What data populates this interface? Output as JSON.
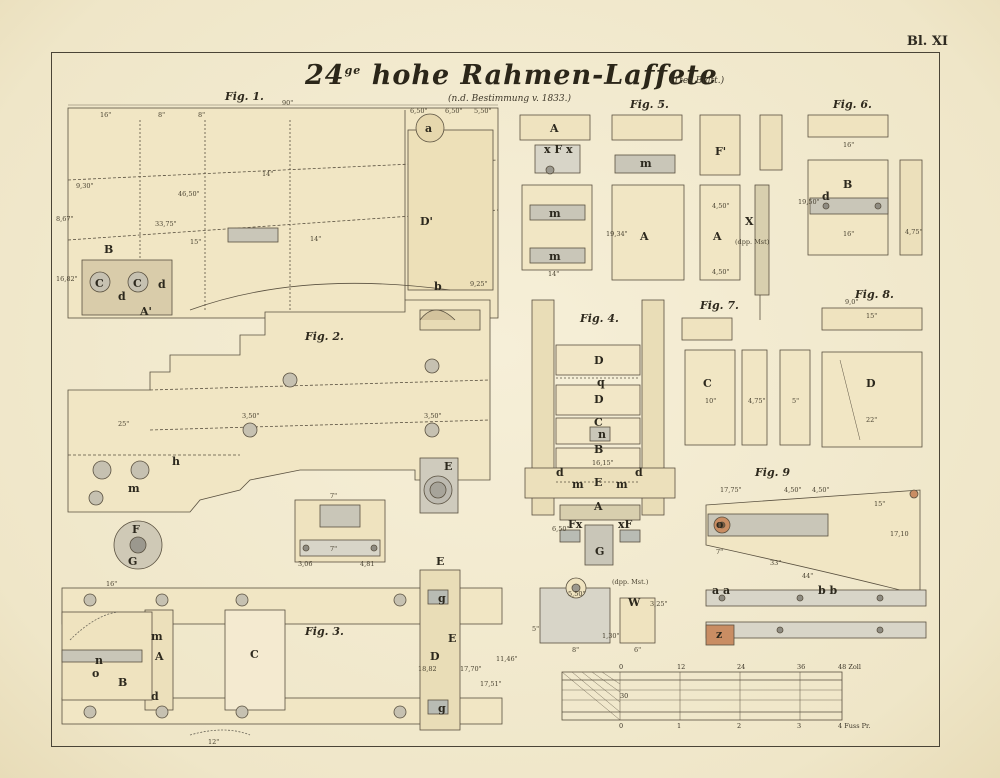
{
  "plate": {
    "number": "Bl. XI"
  },
  "title": {
    "main_a": "24",
    "main_sup": "ge",
    "main_b": "hohe Rahmen-Laffete",
    "sheet": "(1tes Blatt.)",
    "subtitle": "(n.d. Bestimmung v. 1833.)"
  },
  "figures": {
    "fig1": "Fig. 1.",
    "fig2": "Fig. 2.",
    "fig3": "Fig. 3.",
    "fig4": "Fig. 4.",
    "fig5": "Fig. 5.",
    "fig6": "Fig. 6.",
    "fig7": "Fig. 7.",
    "fig8": "Fig. 8.",
    "fig9": "Fig. 9"
  },
  "fig1_dims": {
    "d90": "90\"",
    "d16a": "16\"",
    "d8a": "8\"",
    "d8b": "8\"",
    "d650a": "6,50\"",
    "d650b": "6,50\"",
    "d550": "5,50\"",
    "d930": "9,30\"",
    "d4650": "46,50\"",
    "d3375": "33,75\"",
    "d867": "8,67\"",
    "d1682": "16,82\"",
    "d14a": "14\"",
    "d14b": "14\"",
    "d15": "15\"",
    "d925": "9,25\""
  },
  "fig1_parts": {
    "a": "a",
    "B": "B",
    "C1": "C",
    "C2": "C",
    "d1": "d",
    "d2": "d",
    "A": "A'",
    "D": "D'",
    "b": "b"
  },
  "fig2_parts": {
    "h": "h",
    "m": "m",
    "E": "E",
    "F": "F",
    "G": "G"
  },
  "fig2_dims": {
    "d25": "25\"",
    "d350a": "3,50\"",
    "d350b": "3,50\"",
    "d7a": "7\"",
    "d7b": "7\"",
    "d306": "3,06",
    "d481": "4,81"
  },
  "fig3_parts": {
    "A": "A",
    "B": "B",
    "C": "C",
    "D": "D",
    "E1": "E",
    "E2": "E",
    "g1": "g",
    "g2": "g",
    "n": "n",
    "o": "o",
    "m": "m",
    "d": "d"
  },
  "fig3_dims": {
    "d1882": "18,82",
    "d1770": "17,70\"",
    "d1751": "17,51\"",
    "d1146": "11,46\"",
    "d16": "16\"",
    "d12": "12\""
  },
  "fig4_parts": {
    "D1": "D",
    "q": "q",
    "D2": "D",
    "C": "C",
    "n": "n",
    "B": "B",
    "E": "E",
    "m1": "m",
    "m2": "m",
    "A": "A",
    "d1": "d",
    "d2": "d",
    "Fx": "Fx",
    "xF": "xF",
    "G": "G"
  },
  "fig4_dims": {
    "d1615": "16,15\"",
    "d650": "6,50\""
  },
  "fig5_parts": {
    "A1": "A",
    "F": "F",
    "m1": "m",
    "m2": "m",
    "m3": "m",
    "A2": "A",
    "A3": "A",
    "Fp": "F'",
    "X": "X",
    "xFx": "x F x"
  },
  "fig5_dims": {
    "d450a": "4,50\"",
    "d450b": "4,50\"",
    "d14": "14\"",
    "d1934": "19,34\"",
    "dpp": "(dpp. Mst)"
  },
  "fig6_parts": {
    "B": "B",
    "d": "d"
  },
  "fig6_dims": {
    "d16a": "16\"",
    "d16b": "16\"",
    "d1950": "19,50\"",
    "d475": "4,75\""
  },
  "fig7_parts": {
    "C": "C"
  },
  "fig7_dims": {
    "d10": "10\"",
    "d475": "4,75\"",
    "d5": "5\""
  },
  "fig8_parts": {
    "D": "D"
  },
  "fig8_dims": {
    "d90": "9,0\"",
    "d22": "22\"",
    "d15": "15\""
  },
  "fig9_parts": {
    "aa": "a a",
    "bb": "b b",
    "z": "z",
    "o": "o"
  },
  "fig9_dims": {
    "d1775": "17,75\"",
    "d450a": "4,50\"",
    "d450b": "4,50\"",
    "d15": "15\"",
    "d33": "33\"",
    "d44": "44\"",
    "d7": "7\"",
    "d1710": "17,10"
  },
  "detail_parts": {
    "dpp": "(dpp. Mst.)",
    "W": "W",
    "d325": "3,25\"",
    "d550": "5,50\"",
    "d130": "1,30\"",
    "d5": "5\"",
    "d8": "8\"",
    "d6": "6\""
  },
  "scale": {
    "top_ticks": [
      "0",
      "12",
      "24",
      "36",
      "48 Zoll"
    ],
    "bottom_ticks": [
      "0",
      "1",
      "2",
      "3",
      "4 Fuss Pr."
    ],
    "mid": "30"
  },
  "colors": {
    "paper": "#f3ecd3",
    "ink": "#3a3528",
    "wood": "#f1e6c4",
    "wood_shade": "#d8c79c",
    "iron": "#b9bcb4",
    "iron_dark": "#7b7f77",
    "accent": "#c98d63"
  }
}
